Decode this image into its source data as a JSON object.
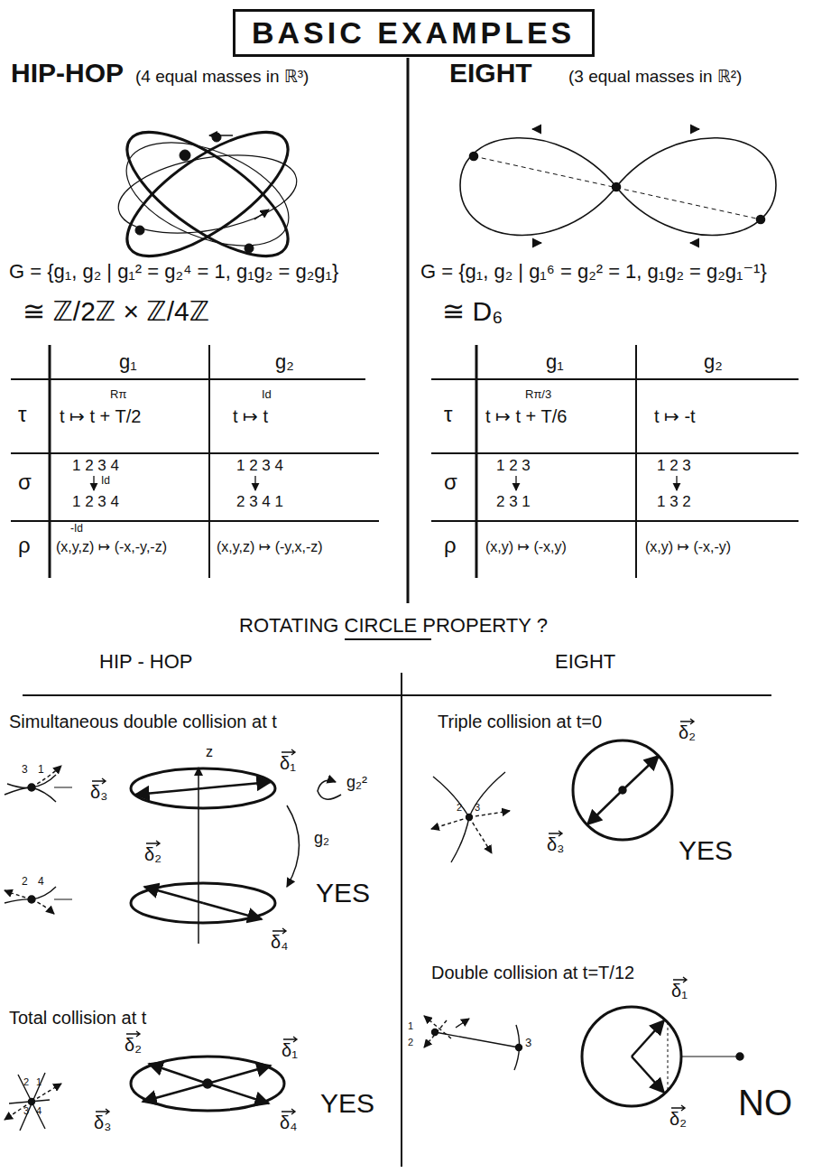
{
  "diagram": {
    "nodes": [
      {
        "text": [
          "BASIC EXAMPLES"
        ]
      }
    ],
    "labels": [
      "HIP-HOP",
      "(4 equal masses in ℝ³)",
      "EIGHT",
      "(3 equal masses in ℝ²)",
      "G = {g₁, g₂ | g₁² = g₂⁴ = 1, g₁g₂ = g₂g₁}",
      "≅ ℤ/2ℤ × ℤ/4ℤ",
      "G = {g₁, g₂ | g₁⁶ = g₂² = 1, g₁g₂ = g₂g₁⁻¹}",
      "≅ D₆",
      "g₁",
      "g₂",
      "τ",
      "σ",
      "ρ",
      "Rπ",
      "t ↦ t + T/2",
      "Id",
      "t ↦ t",
      "1 2 3 4",
      "Id",
      "1 2 3 4",
      "1 2 3 4",
      "2 3 4 1",
      "-Id",
      "(x,y,z) ↦ (-x,-y,-z)",
      "(x,y,z) ↦ (-y,x,-z)",
      "g₁",
      "g₂",
      "τ",
      "σ",
      "ρ",
      "Rπ/3",
      "t ↦ t + T/6",
      "t ↦ -t",
      "1 2 3",
      "2 3 1",
      "1 2 3",
      "1 3 2",
      "(x,y) ↦ (-x,y)",
      "(x,y) ↦ (-x,-y)",
      "ROTATING CIRCLE PROPERTY ?",
      "HIP - HOP",
      "EIGHT",
      "Simultaneous double collision at t",
      "3",
      "1",
      "2",
      "4",
      "z",
      "δ₃",
      "δ₁",
      "δ₂",
      "δ₄",
      "g₂²",
      "g₂",
      "YES",
      "Total collision at t",
      "2",
      "1",
      "3",
      "4",
      "δ₂",
      "δ₁",
      "δ₃",
      "δ₄",
      "YES",
      "Triple collision at t=0",
      "2",
      "3",
      "δ₂",
      "δ₃",
      "YES",
      "Double collision at t=T/12",
      "1",
      "2",
      "3",
      "δ₁",
      "δ₂",
      "NO"
    ]
  }
}
